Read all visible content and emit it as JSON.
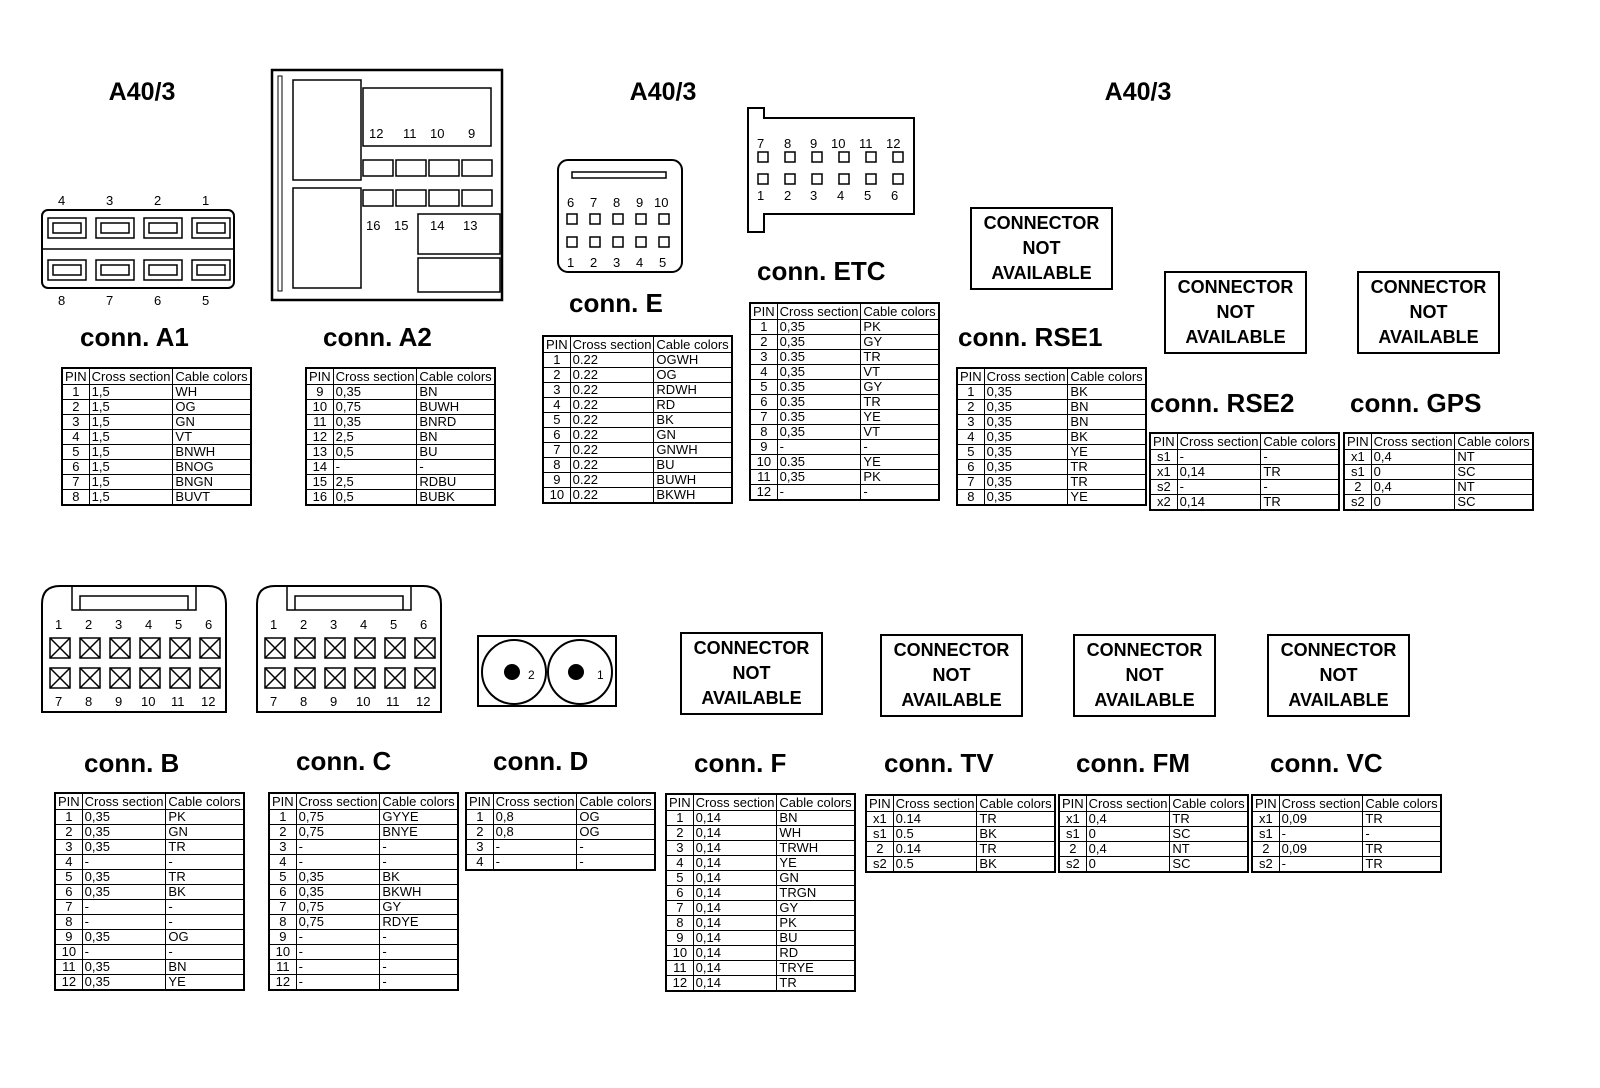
{
  "headings": [
    "A40/3",
    "A40/3",
    "A40/3"
  ],
  "table_headers": {
    "pin": "PIN",
    "cross": "Cross section",
    "colors": "Cable colors"
  },
  "not_available": [
    "CONNECTOR",
    "NOT",
    "AVAILABLE"
  ],
  "connectors": {
    "A1": {
      "title": "conn. A1",
      "rows": [
        [
          "1",
          "1,5",
          "WH"
        ],
        [
          "2",
          "1,5",
          "OG"
        ],
        [
          "3",
          "1,5",
          "GN"
        ],
        [
          "4",
          "1,5",
          "VT"
        ],
        [
          "5",
          "1,5",
          "BNWH"
        ],
        [
          "6",
          "1,5",
          "BNOG"
        ],
        [
          "7",
          "1,5",
          "BNGN"
        ],
        [
          "8",
          "1,5",
          "BUVT"
        ]
      ]
    },
    "A2": {
      "title": "conn. A2",
      "rows": [
        [
          "9",
          "0,35",
          "BN"
        ],
        [
          "10",
          "0,75",
          "BUWH"
        ],
        [
          "11",
          "0,35",
          "BNRD"
        ],
        [
          "12",
          "2,5",
          "BN"
        ],
        [
          "13",
          "0,5",
          "BU"
        ],
        [
          "14",
          "-",
          "-"
        ],
        [
          "15",
          "2,5",
          "RDBU"
        ],
        [
          "16",
          "0,5",
          "BUBK"
        ]
      ]
    },
    "E": {
      "title": "conn. E",
      "rows": [
        [
          "1",
          "0.22",
          "OGWH"
        ],
        [
          "2",
          "0.22",
          "OG"
        ],
        [
          "3",
          "0.22",
          "RDWH"
        ],
        [
          "4",
          "0.22",
          "RD"
        ],
        [
          "5",
          "0.22",
          "BK"
        ],
        [
          "6",
          "0.22",
          "GN"
        ],
        [
          "7",
          "0.22",
          "GNWH"
        ],
        [
          "8",
          "0.22",
          "BU"
        ],
        [
          "9",
          "0.22",
          "BUWH"
        ],
        [
          "10",
          "0.22",
          "BKWH"
        ]
      ]
    },
    "ETC": {
      "title": "conn. ETC",
      "rows": [
        [
          "1",
          "0,35",
          "PK"
        ],
        [
          "2",
          "0,35",
          "GY"
        ],
        [
          "3",
          "0.35",
          "TR"
        ],
        [
          "4",
          "0,35",
          "VT"
        ],
        [
          "5",
          "0.35",
          "GY"
        ],
        [
          "6",
          "0.35",
          "TR"
        ],
        [
          "7",
          "0.35",
          "YE"
        ],
        [
          "8",
          "0,35",
          "VT"
        ],
        [
          "9",
          "-",
          "-"
        ],
        [
          "10",
          "0.35",
          "YE"
        ],
        [
          "11",
          "0,35",
          "PK"
        ],
        [
          "12",
          "-",
          "-"
        ]
      ]
    },
    "RSE1": {
      "title": "conn. RSE1",
      "rows": [
        [
          "1",
          "0,35",
          "BK"
        ],
        [
          "2",
          "0,35",
          "BN"
        ],
        [
          "3",
          "0,35",
          "BN"
        ],
        [
          "4",
          "0,35",
          "BK"
        ],
        [
          "5",
          "0,35",
          "YE"
        ],
        [
          "6",
          "0,35",
          "TR"
        ],
        [
          "7",
          "0,35",
          "TR"
        ],
        [
          "8",
          "0,35",
          "YE"
        ]
      ]
    },
    "RSE2": {
      "title": "conn. RSE2",
      "rows": [
        [
          "s1",
          "-",
          "-"
        ],
        [
          "x1",
          "0,14",
          "TR"
        ],
        [
          "s2",
          "-",
          "-"
        ],
        [
          "x2",
          "0,14",
          "TR"
        ]
      ]
    },
    "GPS": {
      "title": "conn. GPS",
      "rows": [
        [
          "x1",
          "0,4",
          "NT"
        ],
        [
          "s1",
          "0",
          "SC"
        ],
        [
          "2",
          "0,4",
          "NT"
        ],
        [
          "s2",
          "0",
          "SC"
        ]
      ]
    },
    "B": {
      "title": "conn. B",
      "rows": [
        [
          "1",
          "0,35",
          "PK"
        ],
        [
          "2",
          "0,35",
          "GN"
        ],
        [
          "3",
          "0,35",
          "TR"
        ],
        [
          "4",
          "-",
          "-"
        ],
        [
          "5",
          "0,35",
          "TR"
        ],
        [
          "6",
          "0,35",
          "BK"
        ],
        [
          "7",
          "-",
          "-"
        ],
        [
          "8",
          "-",
          "-"
        ],
        [
          "9",
          "0,35",
          "OG"
        ],
        [
          "10",
          "-",
          "-"
        ],
        [
          "11",
          "0,35",
          "BN"
        ],
        [
          "12",
          "0,35",
          "YE"
        ]
      ]
    },
    "C": {
      "title": "conn. C",
      "rows": [
        [
          "1",
          "0,75",
          "GYYE"
        ],
        [
          "2",
          "0,75",
          "BNYE"
        ],
        [
          "3",
          "-",
          "-"
        ],
        [
          "4",
          "-",
          "-"
        ],
        [
          "5",
          "0,35",
          "BK"
        ],
        [
          "6",
          "0,35",
          "BKWH"
        ],
        [
          "7",
          "0,75",
          "GY"
        ],
        [
          "8",
          "0,75",
          "RDYE"
        ],
        [
          "9",
          "-",
          "-"
        ],
        [
          "10",
          "-",
          "-"
        ],
        [
          "11",
          "-",
          "-"
        ],
        [
          "12",
          "-",
          "-"
        ]
      ]
    },
    "D": {
      "title": "conn. D",
      "rows": [
        [
          "1",
          "0,8",
          "OG"
        ],
        [
          "2",
          "0,8",
          "OG"
        ],
        [
          "3",
          "-",
          "-"
        ],
        [
          "4",
          "-",
          "-"
        ]
      ]
    },
    "F": {
      "title": "conn. F",
      "rows": [
        [
          "1",
          "0,14",
          "BN"
        ],
        [
          "2",
          "0,14",
          "WH"
        ],
        [
          "3",
          "0,14",
          "TRWH"
        ],
        [
          "4",
          "0,14",
          "YE"
        ],
        [
          "5",
          "0,14",
          "GN"
        ],
        [
          "6",
          "0,14",
          "TRGN"
        ],
        [
          "7",
          "0,14",
          "GY"
        ],
        [
          "8",
          "0,14",
          "PK"
        ],
        [
          "9",
          "0,14",
          "BU"
        ],
        [
          "10",
          "0,14",
          "RD"
        ],
        [
          "11",
          "0,14",
          "TRYE"
        ],
        [
          "12",
          "0,14",
          "TR"
        ]
      ]
    },
    "TV": {
      "title": "conn. TV",
      "rows": [
        [
          "x1",
          "0.14",
          "TR"
        ],
        [
          "s1",
          "0.5",
          "BK"
        ],
        [
          "2",
          "0.14",
          "TR"
        ],
        [
          "s2",
          "0.5",
          "BK"
        ]
      ]
    },
    "FM": {
      "title": "conn. FM",
      "rows": [
        [
          "x1",
          "0,4",
          "TR"
        ],
        [
          "s1",
          "0",
          "SC"
        ],
        [
          "2",
          "0,4",
          "NT"
        ],
        [
          "s2",
          "0",
          "SC"
        ]
      ]
    },
    "VC": {
      "title": "conn. VC",
      "rows": [
        [
          "x1",
          "0,09",
          "TR"
        ],
        [
          "s1",
          "-",
          "-"
        ],
        [
          "2",
          "0,09",
          "TR"
        ],
        [
          "s2",
          "-",
          "TR"
        ]
      ]
    }
  },
  "drawing_labels": {
    "A1": {
      "top": [
        "4",
        "3",
        "2",
        "1"
      ],
      "bottom": [
        "8",
        "7",
        "6",
        "5"
      ]
    },
    "A2": {
      "top": [
        "12",
        "11",
        "10",
        "9"
      ],
      "bottom": [
        "16",
        "15",
        "14",
        "13"
      ]
    },
    "E": {
      "top": [
        "6",
        "7",
        "8",
        "9",
        "10"
      ],
      "bottom": [
        "1",
        "2",
        "3",
        "4",
        "5"
      ]
    },
    "ETC": {
      "top": [
        "7",
        "8",
        "9",
        "10",
        "11",
        "12"
      ],
      "bottom": [
        "1",
        "2",
        "3",
        "4",
        "5",
        "6"
      ]
    },
    "B": {
      "top": [
        "1",
        "2",
        "3",
        "4",
        "5",
        "6"
      ],
      "bottom": [
        "7",
        "8",
        "9",
        "10",
        "11",
        "12"
      ]
    },
    "C": {
      "top": [
        "1",
        "2",
        "3",
        "4",
        "5",
        "6"
      ],
      "bottom": [
        "7",
        "8",
        "9",
        "10",
        "11",
        "12"
      ]
    },
    "D": {
      "pins": [
        "2",
        "1"
      ]
    }
  }
}
